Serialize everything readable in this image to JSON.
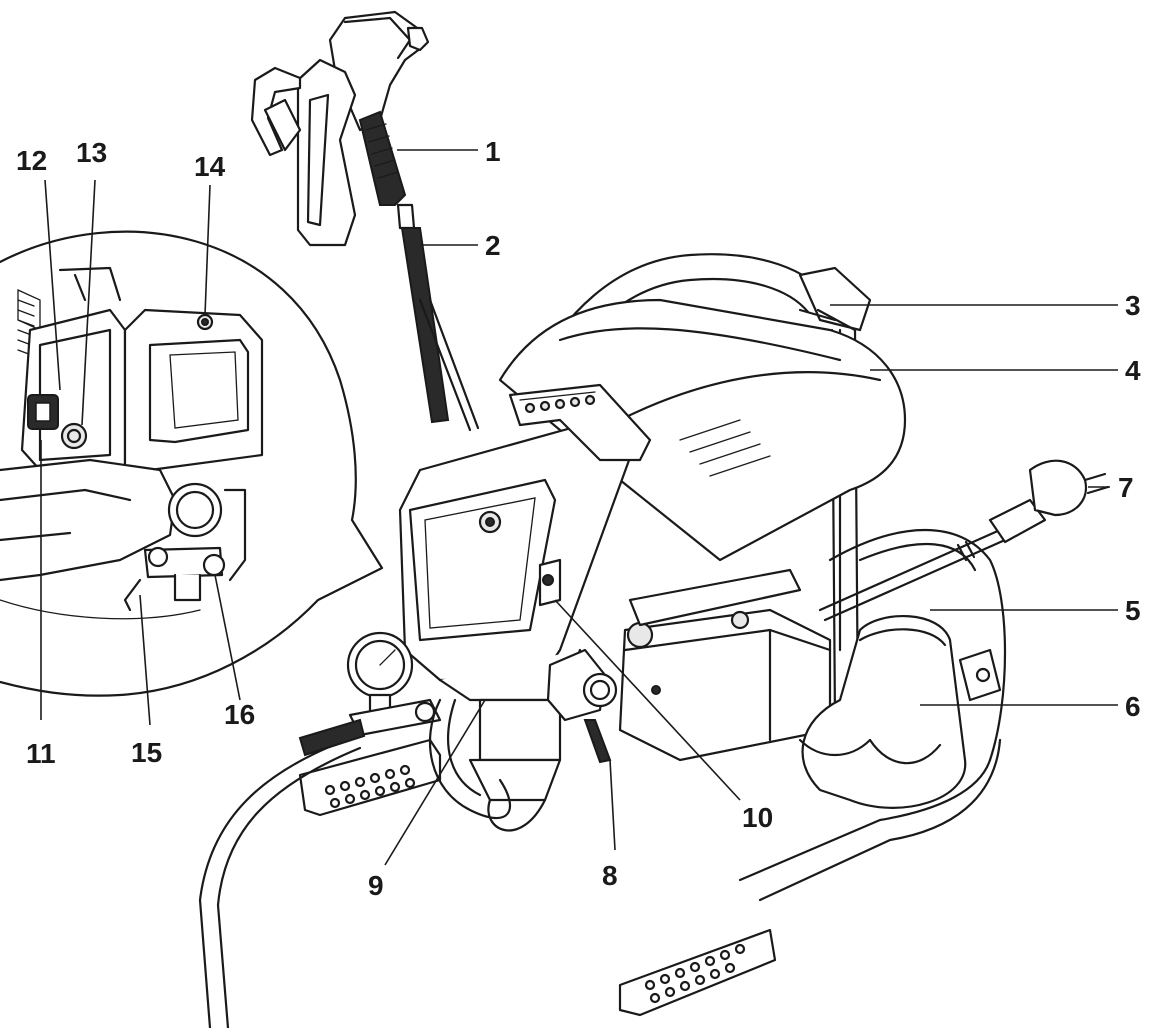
{
  "figure": {
    "callouts": [
      {
        "id": "1",
        "label": "1"
      },
      {
        "id": "2",
        "label": "2"
      },
      {
        "id": "3",
        "label": "3"
      },
      {
        "id": "4",
        "label": "4"
      },
      {
        "id": "5",
        "label": "5"
      },
      {
        "id": "6",
        "label": "6"
      },
      {
        "id": "7",
        "label": "7"
      },
      {
        "id": "8",
        "label": "8"
      },
      {
        "id": "9",
        "label": "9"
      },
      {
        "id": "10",
        "label": "10"
      },
      {
        "id": "11",
        "label": "11"
      },
      {
        "id": "12",
        "label": "12"
      },
      {
        "id": "13",
        "label": "13"
      },
      {
        "id": "14",
        "label": "14"
      },
      {
        "id": "15",
        "label": "15"
      },
      {
        "id": "16",
        "label": "16"
      }
    ],
    "colors": {
      "ink": "#1a1a1a",
      "background": "#ffffff"
    }
  }
}
